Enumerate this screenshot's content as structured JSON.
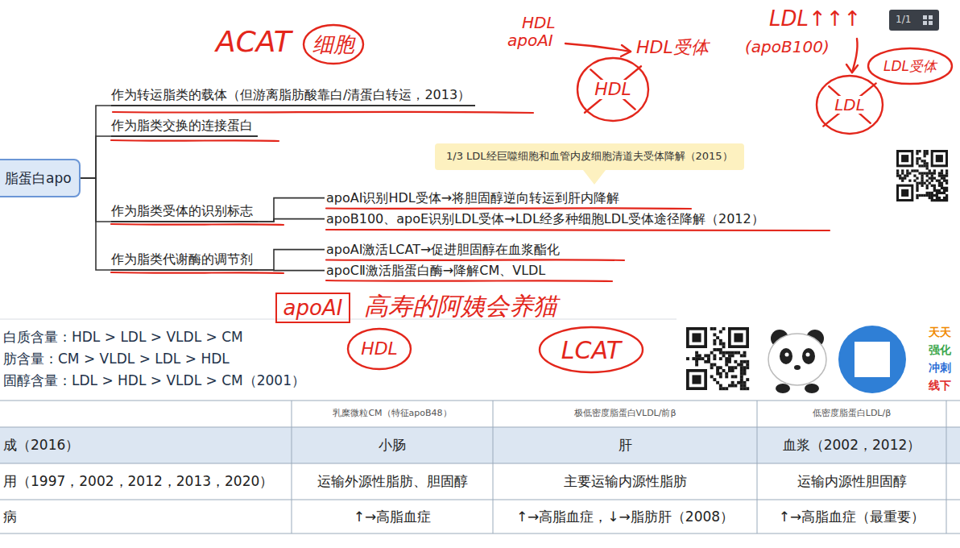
{
  "diagram": {
    "nodes": [
      {
        "text": [
          "脂蛋白apo"
        ]
      },
      {
        "text": [
          "作为转运脂类的载体（但游离脂肪酸靠白/清蛋白转运，2013）"
        ]
      },
      {
        "text": [
          "作为脂类交换的连接蛋白"
        ]
      },
      {
        "text": [
          "1/3 LDL经巨噬细胞和血管内皮细胞清道夫受体降解（2015）"
        ]
      },
      {
        "text": [
          "作为脂类受体的识别标志"
        ]
      },
      {
        "text": [
          "apoAⅠ识别HDL受体→将胆固醇逆向转运到肝内降解"
        ]
      },
      {
        "text": [
          "apoB100、apoE识别LDL受体→LDL经多种细胞LDL受体途径降解（2012）"
        ]
      },
      {
        "text": [
          "作为脂类代谢酶的调节剂"
        ]
      },
      {
        "text": [
          "apoAⅠ激活LCAT→促进胆固醇在血浆酯化"
        ]
      },
      {
        "text": [
          "apoCⅡ激活脂蛋白酶→降解CM、VLDL"
        ]
      },
      {
        "text": [
          "细胞"
        ]
      },
      {
        "text": [
          "HDL"
        ]
      },
      {
        "text": [
          "LDL受体"
        ]
      },
      {
        "text": [
          "LDL"
        ]
      },
      {
        "text": [
          "HDL"
        ]
      },
      {
        "text": [
          "LCAT"
        ]
      },
      {
        "text": [
          "apoAⅠ"
        ]
      }
    ],
    "edges": [
      {
        "from": 0,
        "to": 1,
        "arrow": "none"
      },
      {
        "from": 0,
        "to": 2,
        "arrow": "none"
      },
      {
        "from": 0,
        "to": 4,
        "arrow": "none"
      },
      {
        "from": 0,
        "to": 7,
        "arrow": "none"
      },
      {
        "from": 4,
        "to": 5,
        "arrow": "none"
      },
      {
        "from": 4,
        "to": 6,
        "arrow": "none"
      },
      {
        "from": 7,
        "to": 8,
        "arrow": "none"
      },
      {
        "from": 7,
        "to": 9,
        "arrow": "none"
      }
    ],
    "labels": [
      "ACAT",
      "HDL",
      "apoAⅠ",
      "HDL受体",
      "(apoB100)",
      "LDL↑↑↑",
      "高寿的阿姨会养猫",
      "1/1",
      "白质含量：HDL > LDL > VLDL > CM",
      "肪含量：CM > VLDL > LDL > HDL",
      "固醇含量：LDL > HDL > VLDL > CM（2001）",
      "乳糜微粒CM（特征apoB48）",
      "极低密度脂蛋白VLDL/前β",
      "低密度脂蛋白LDL/β",
      "成（2016）",
      "小肠",
      "肝",
      "血浆（2002，2012）",
      "用（1997，2002，2012，2013，2020）",
      "运输外源性脂肪、胆固醇",
      "主要运输内源性脂肪",
      "运输内源性胆固醇",
      "病",
      "↑→高脂血症",
      "↑→高脂血症，↓→脂肪肝（2008）",
      "↑→高脂血症（最重要）",
      "天天",
      "强化",
      "冲刺",
      "线下"
    ]
  }
}
